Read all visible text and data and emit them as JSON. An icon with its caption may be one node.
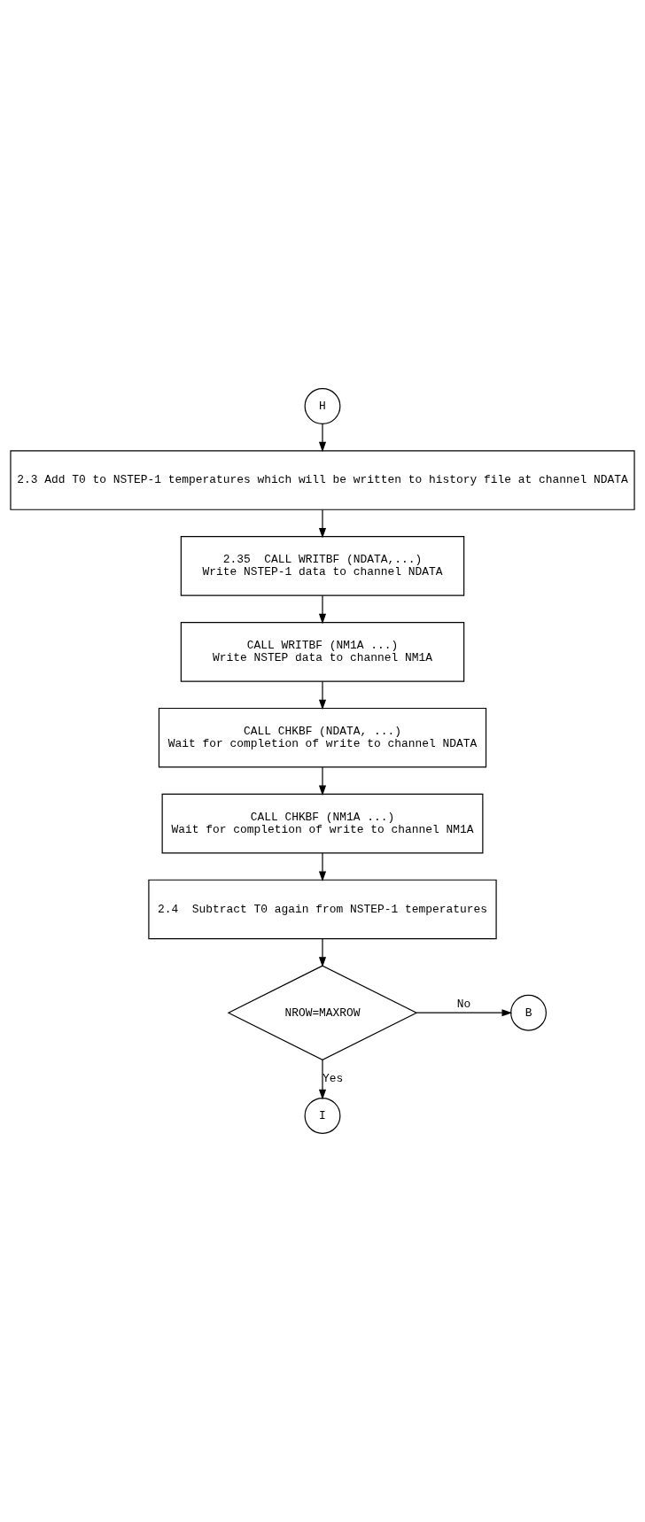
{
  "diagram": {
    "nodes": [
      {
        "text": [
          "H"
        ]
      },
      {
        "text": [
          "2.3 Add T0 to NSTEP-1 temperatures which will be written to history file at channel NDATA"
        ]
      },
      {
        "text": [
          "2.35  CALL WRITBF (NDATA,...)",
          "Write NSTEP-1 data to channel NDATA"
        ]
      },
      {
        "text": [
          "CALL WRITBF (NM1A ...)",
          "Write NSTEP data to channel NM1A"
        ]
      },
      {
        "text": [
          "CALL CHKBF (NDATA, ...)",
          "Wait for completion of write to channel NDATA"
        ]
      },
      {
        "text": [
          "CALL CHKBF (NM1A ...)",
          "Wait for completion of write to channel NM1A"
        ]
      },
      {
        "text": [
          "2.4  Subtract T0 again from NSTEP-1 temperatures"
        ]
      },
      {
        "text": [
          "NROW=MAXROW"
        ]
      },
      {
        "text": [
          "B"
        ]
      },
      {
        "text": [
          "I"
        ]
      }
    ],
    "edges": [
      {
        "from": 0,
        "to": 1,
        "arrow": "to"
      },
      {
        "from": 1,
        "to": 2,
        "arrow": "to"
      },
      {
        "from": 2,
        "to": 3,
        "arrow": "to"
      },
      {
        "from": 3,
        "to": 4,
        "arrow": "to"
      },
      {
        "from": 4,
        "to": 5,
        "arrow": "to"
      },
      {
        "from": 5,
        "to": 6,
        "arrow": "to"
      },
      {
        "from": 6,
        "to": 7,
        "arrow": "to"
      },
      {
        "from": 7,
        "to": 8,
        "arrow": "to",
        "label": "No"
      },
      {
        "from": 7,
        "to": 9,
        "arrow": "to",
        "label": "Yes"
      }
    ]
  }
}
